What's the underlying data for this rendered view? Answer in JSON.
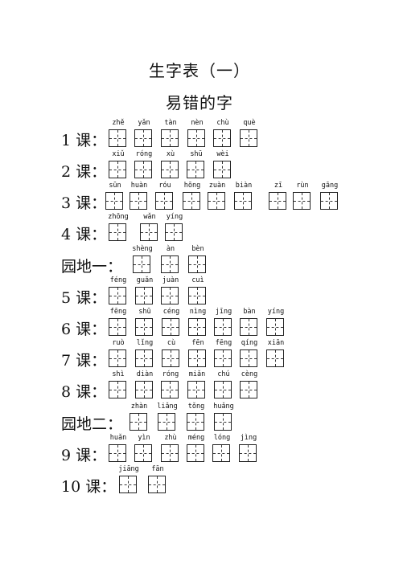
{
  "page": {
    "title": "生字表（一）",
    "subtitle": "易错的字"
  },
  "rows": [
    {
      "label": "1 课：",
      "pinyin": [
        "zhě",
        "yǎn",
        "tàn",
        "nèn",
        "chù",
        "què"
      ]
    },
    {
      "label": "2 课：",
      "pinyin": [
        "xiǔ",
        "róng",
        "xù",
        "shū",
        "wèi"
      ]
    },
    {
      "label": "3 课：",
      "pinyin": [
        "sūn",
        "huàn",
        "róu",
        "hōng",
        "zuàn",
        "biàn",
        "zī",
        "rùn",
        "gāng"
      ]
    },
    {
      "label": "4 课：",
      "pinyin": [
        "zhōng",
        "wǎn",
        "yíng"
      ]
    },
    {
      "label": "园地一：",
      "pinyin": [
        "shèng",
        "àn",
        "bèn"
      ]
    },
    {
      "label": "5 课：",
      "pinyin": [
        "féng",
        "guǎn",
        "juàn",
        "cuì"
      ]
    },
    {
      "label": "6 课：",
      "pinyin": [
        "fēng",
        "shū",
        "céng",
        "nìng",
        "jīng",
        "bàn",
        "yíng"
      ]
    },
    {
      "label": "7 课：",
      "pinyin": [
        "ruò",
        "lǐng",
        "cù",
        "fēn",
        "fēng",
        "qíng",
        "xiān"
      ]
    },
    {
      "label": "8 课：",
      "pinyin": [
        "shì",
        "diàn",
        "róng",
        "miǎn",
        "chú",
        "cèng"
      ]
    },
    {
      "label": "园地二：",
      "pinyin": [
        "zhàn",
        "liǎng",
        "tǒng",
        "huǎng"
      ]
    },
    {
      "label": "9 课：",
      "pinyin": [
        "huǎn",
        "yìn",
        "zhù",
        "méng",
        "lóng",
        "jìng"
      ]
    },
    {
      "label": "10 课：",
      "pinyin": [
        "jiāng",
        "fān"
      ]
    }
  ]
}
